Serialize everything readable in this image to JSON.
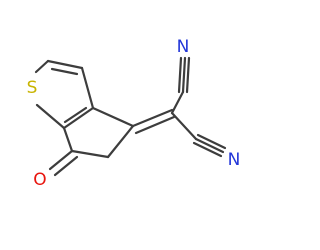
{
  "atoms": {
    "S": {
      "symbol": "S",
      "color": "#c8b400"
    },
    "O": {
      "symbol": "O",
      "color": "#e8150e"
    },
    "N1": {
      "symbol": "N",
      "color": "#2236d8"
    },
    "N2": {
      "symbol": "N",
      "color": "#2236d8"
    }
  },
  "colors": {
    "bond": "#3d3d3d",
    "background": "#ffffff"
  }
}
